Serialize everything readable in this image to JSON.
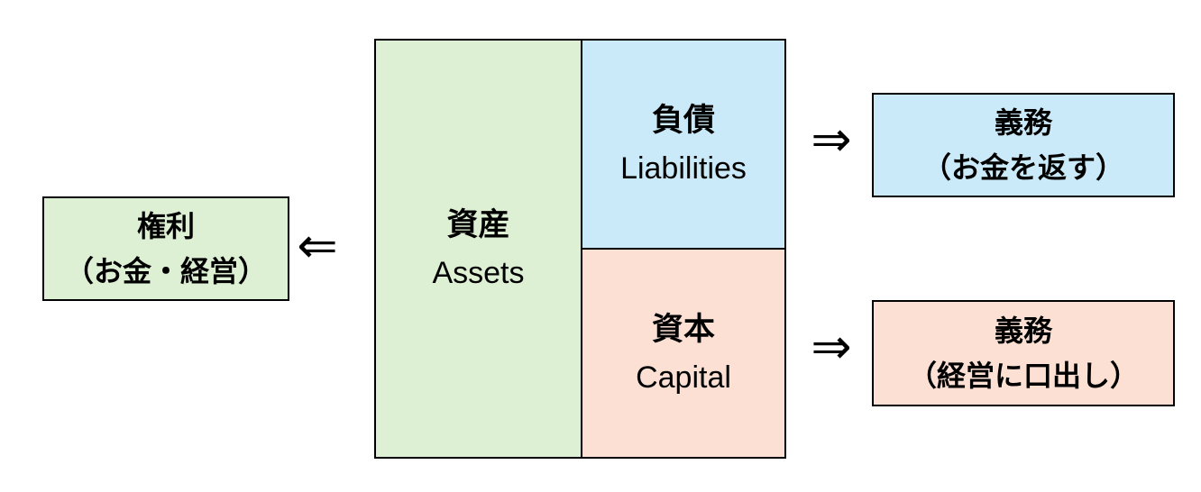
{
  "colors": {
    "assets_green": "#ddf0d3",
    "liabilities_blue": "#cbeaf9",
    "capital_pink": "#fce0d3",
    "border_black": "#000000"
  },
  "balance_sheet": {
    "assets_ja": "資産",
    "assets_en": "Assets",
    "liabilities_ja": "負債",
    "liabilities_en": "Liabilities",
    "capital_ja": "資本",
    "capital_en": "Capital"
  },
  "rights_note": {
    "title": "権利",
    "detail": "（お金・経営）"
  },
  "liabilities_obligation_note": {
    "title": "義務",
    "detail": "（お金を返す）"
  },
  "capital_obligation_note": {
    "title": "義務",
    "detail": "（経営に口出し）"
  },
  "arrows": {
    "left": "⇐",
    "right": "⇒"
  }
}
